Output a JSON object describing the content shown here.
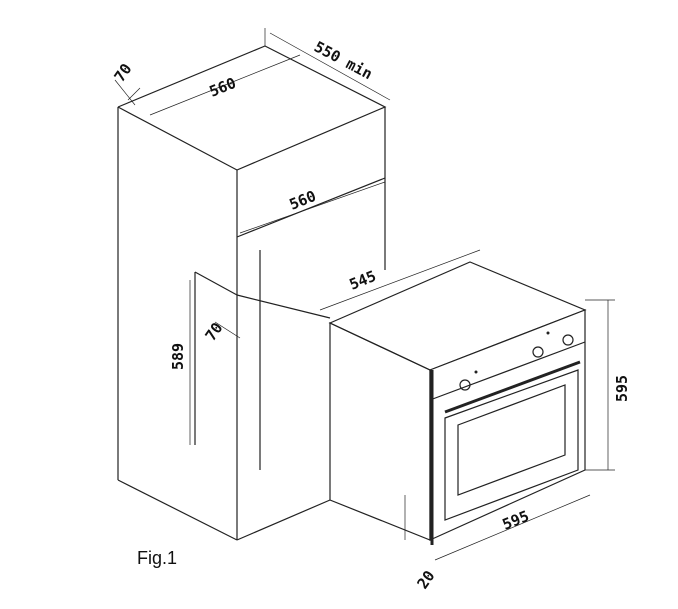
{
  "figure": {
    "caption": "Fig.1",
    "dimensions": {
      "cabinet_top_gap": "70",
      "cabinet_width": "560",
      "cabinet_depth": "550 min",
      "opening_width": "560",
      "oven_depth": "545",
      "opening_gap": "70",
      "opening_height": "589",
      "oven_height": "595",
      "oven_width": "595",
      "front_panel": "20"
    }
  }
}
